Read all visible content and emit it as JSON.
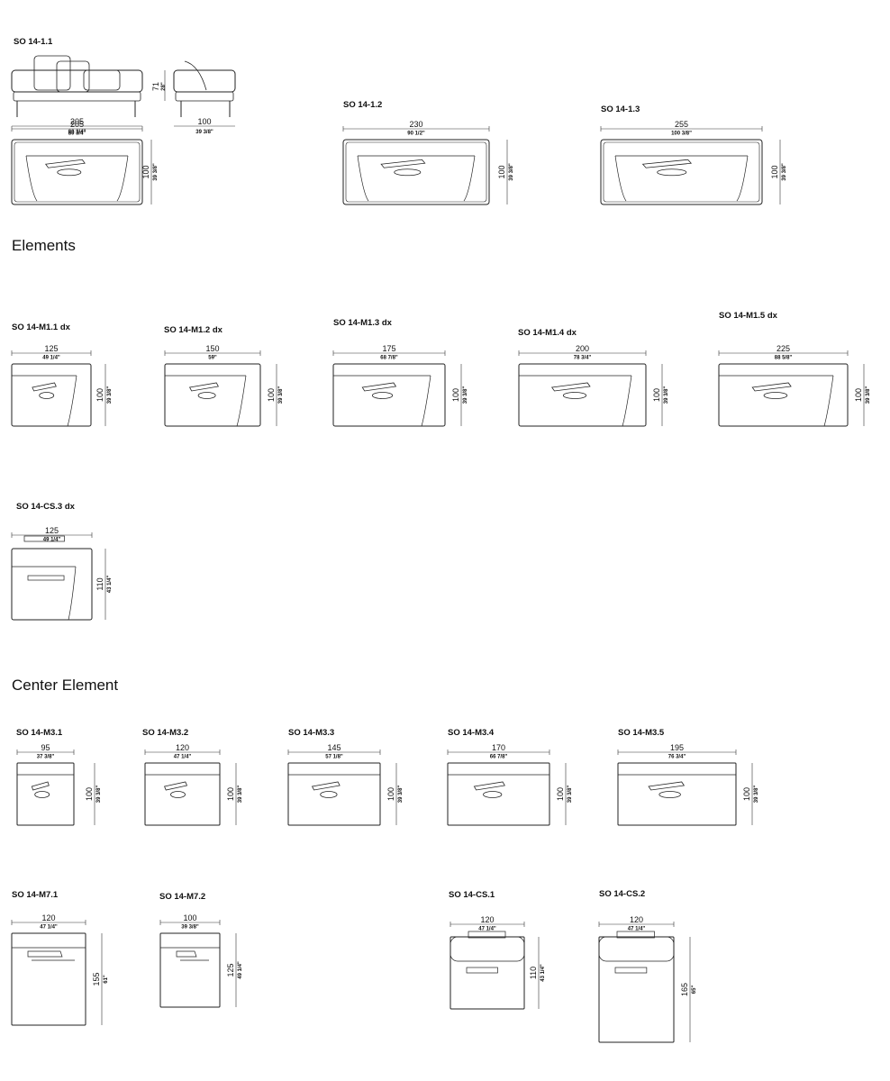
{
  "sections": {
    "elements": "Elements",
    "center": "Center Element"
  },
  "items": [
    {
      "code": "SO 14-1.1",
      "kind": "sofa",
      "width_cm": "205",
      "width_in": "80 3/4\"",
      "depth_cm": "100",
      "depth_in": "39 3/8\"",
      "height_cm": "71",
      "height_in": "28\""
    },
    {
      "code": "SO 14-1.2",
      "kind": "sofa",
      "width_cm": "230",
      "width_in": "90 1/2\"",
      "depth_cm": "100",
      "depth_in": "39 3/8\""
    },
    {
      "code": "SO 14-1.3",
      "kind": "sofa",
      "width_cm": "255",
      "width_in": "100 3/8\"",
      "depth_cm": "100",
      "depth_in": "39 3/8\""
    },
    {
      "code": "SO 14-M1.1 dx",
      "kind": "arm_dx",
      "width_cm": "125",
      "width_in": "49 1/4\"",
      "depth_cm": "100",
      "depth_in": "39 3/8\""
    },
    {
      "code": "SO 14-M1.2 dx",
      "kind": "arm_dx",
      "width_cm": "150",
      "width_in": "59\"",
      "depth_cm": "100",
      "depth_in": "39 3/8\""
    },
    {
      "code": "SO 14-M1.3 dx",
      "kind": "arm_dx",
      "width_cm": "175",
      "width_in": "68 7/8\"",
      "depth_cm": "100",
      "depth_in": "39 3/8\""
    },
    {
      "code": "SO 14-M1.4 dx",
      "kind": "arm_dx",
      "width_cm": "200",
      "width_in": "78 3/4\"",
      "depth_cm": "100",
      "depth_in": "39 3/8\""
    },
    {
      "code": "SO 14-M1.5 dx",
      "kind": "arm_dx",
      "width_cm": "225",
      "width_in": "88 5/8\"",
      "depth_cm": "100",
      "depth_in": "39 3/8\""
    },
    {
      "code": "SO 14-CS.3 dx",
      "kind": "corner",
      "width_cm": "125",
      "width_in": "49 1/4\"",
      "depth_cm": "110",
      "depth_in": "43 1/4\""
    },
    {
      "code": "SO 14-M3.1",
      "kind": "center",
      "width_cm": "95",
      "width_in": "37 3/8\"",
      "depth_cm": "100",
      "depth_in": "39 3/8\""
    },
    {
      "code": "SO 14-M3.2",
      "kind": "center",
      "width_cm": "120",
      "width_in": "47 1/4\"",
      "depth_cm": "100",
      "depth_in": "39 3/8\""
    },
    {
      "code": "SO 14-M3.3",
      "kind": "center",
      "width_cm": "145",
      "width_in": "57 1/8\"",
      "depth_cm": "100",
      "depth_in": "39 3/8\""
    },
    {
      "code": "SO 14-M3.4",
      "kind": "center",
      "width_cm": "170",
      "width_in": "66 7/8\"",
      "depth_cm": "100",
      "depth_in": "39 3/8\""
    },
    {
      "code": "SO 14-M3.5",
      "kind": "center",
      "width_cm": "195",
      "width_in": "76 3/4\"",
      "depth_cm": "100",
      "depth_in": "39 3/8\""
    },
    {
      "code": "SO 14-M7.1",
      "kind": "chaise",
      "width_cm": "120",
      "width_in": "47 1/4\"",
      "depth_cm": "155",
      "depth_in": "61\""
    },
    {
      "code": "SO 14-M7.2",
      "kind": "chaise",
      "width_cm": "100",
      "width_in": "39 3/8\"",
      "depth_cm": "125",
      "depth_in": "49 1/4\""
    },
    {
      "code": "SO 14-CS.1",
      "kind": "cs",
      "width_cm": "120",
      "width_in": "47 1/4\"",
      "depth_cm": "110",
      "depth_in": "43 1/4\""
    },
    {
      "code": "SO 14-CS.2",
      "kind": "cs",
      "width_cm": "120",
      "width_in": "47 1/4\"",
      "depth_cm": "165",
      "depth_in": "65\""
    }
  ]
}
